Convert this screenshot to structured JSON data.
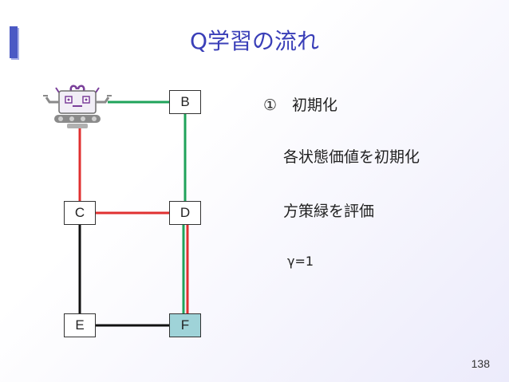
{
  "title": "Q学習の流れ",
  "nodes": {
    "B": "B",
    "C": "C",
    "D": "D",
    "E": "E",
    "F": "F"
  },
  "edges": [
    {
      "from": "robot",
      "to": "B",
      "color": "#1fa35a"
    },
    {
      "from": "robot",
      "to": "C",
      "color": "#e03030"
    },
    {
      "from": "B",
      "to": "D",
      "color": "#1fa35a"
    },
    {
      "from": "C",
      "to": "D",
      "color": "#e03030"
    },
    {
      "from": "C",
      "to": "E",
      "color": "#111111"
    },
    {
      "from": "D",
      "to": "F",
      "color": "#e03030"
    },
    {
      "from": "D",
      "to": "F",
      "color": "#1fa35a"
    },
    {
      "from": "E",
      "to": "F",
      "color": "#111111"
    }
  ],
  "goal_color": "#9fd3d8",
  "accent_color": "#3a3fb8",
  "step": "①　初期化",
  "items": [
    "各状態価値を初期化",
    "方策緑を評価",
    "γ=1"
  ],
  "page_number": "138",
  "robot_icon": "robot-icon"
}
